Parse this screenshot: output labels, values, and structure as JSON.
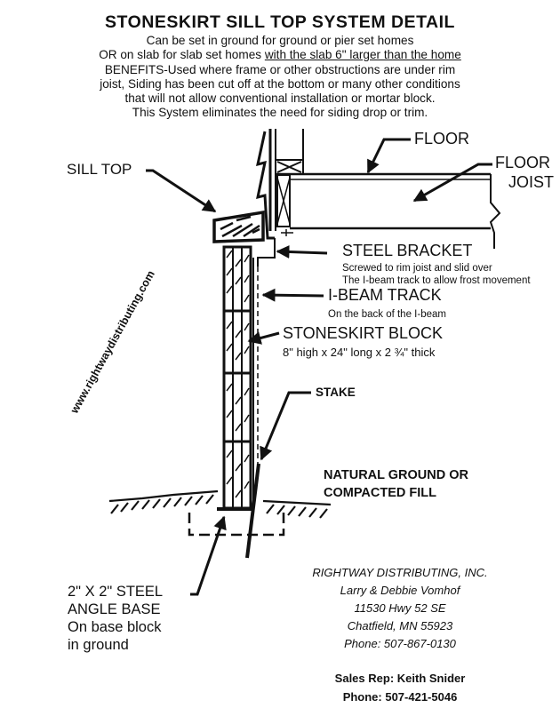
{
  "header": {
    "title": "STONESKIRT SILL TOP SYSTEM DETAIL",
    "lines": [
      {
        "text": "Can be set in ground for ground or pier set homes"
      },
      {
        "prefix": "OR on slab for slab set homes ",
        "underlined": "with the slab 6\" larger than the home"
      },
      {
        "text": "BENEFITS-Used where frame or other obstructions are under rim"
      },
      {
        "text": "joist, Siding has been cut off at the bottom or many other conditions"
      },
      {
        "text": "that will not allow conventional installation or mortar block."
      },
      {
        "text": "This System eliminates the need for siding drop or trim."
      }
    ]
  },
  "labels": {
    "floor": "FLOOR",
    "floor_joist_line1": "FLOOR",
    "floor_joist_line2": "JOIST",
    "sill_top": "SILL TOP",
    "steel_bracket": "STEEL  BRACKET",
    "steel_bracket_desc1": "Screwed to rim joist and slid over",
    "steel_bracket_desc2": "The I-beam track to allow frost movement",
    "ibeam_track": "I-BEAM TRACK",
    "ibeam_track_desc": "On the back of the I-beam",
    "stoneskirt_block": "STONESKIRT  BLOCK",
    "stoneskirt_block_desc": "8\" high x 24\" long x 2 ¾\" thick",
    "stake": "STAKE",
    "ground_line1": "NATURAL GROUND OR",
    "ground_line2": "COMPACTED FILL",
    "angle_line1": "2\" X 2\" STEEL",
    "angle_line2": "ANGLE  BASE",
    "angle_line3": "On base block",
    "angle_line4": "in ground"
  },
  "watermark_url": "www.rightwaydistributing.com",
  "contact": {
    "company": "RIGHTWAY DISTRIBUTING, INC.",
    "names": "Larry & Debbie Vomhof",
    "address": "11530 Hwy 52 SE",
    "city": "Chatfield, MN   55923",
    "phone": "Phone: 507-867-0130"
  },
  "sales_rep": {
    "name": "Sales Rep: Keith Snider",
    "phone": "Phone: 507-421-5046"
  }
}
